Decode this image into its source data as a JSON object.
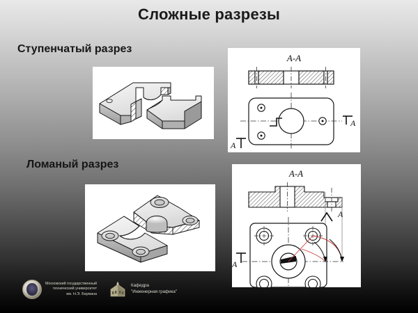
{
  "slide": {
    "title": "Сложные разрезы",
    "background_top_color": "#e9e9e9",
    "background_bottom_color": "#000000",
    "title_color": "#1a1a1a"
  },
  "sections": [
    {
      "id": "stepped",
      "heading": "Ступенчатый разрез",
      "isometric_panel": {
        "name": "stepped-section-isometric",
        "background": "#ffffff"
      },
      "orthographic_panel": {
        "name": "stepped-section-orthographic",
        "background": "#ffffff",
        "section_label": "A-A",
        "cut_plane_marks": [
          "A",
          "A"
        ]
      }
    },
    {
      "id": "broken",
      "heading": "Ломаный разрез",
      "isometric_panel": {
        "name": "broken-section-isometric",
        "background": "#ffffff"
      },
      "orthographic_panel": {
        "name": "broken-section-orthographic",
        "background": "#ffffff",
        "section_label": "A-A",
        "cut_plane_marks": [
          "A",
          "A"
        ],
        "annotation_color": "#cc3a3a"
      }
    }
  ],
  "footer": {
    "university": {
      "logo_name": "bmstu-emblem-icon",
      "text": "Московский государственный\nтехнический университет\nим. Н.Э. Баумана"
    },
    "department": {
      "logo_name": "department-building-icon",
      "text": "Кафедра\n\"Инженерная графика\""
    },
    "text_color": "#d8d8cc"
  }
}
